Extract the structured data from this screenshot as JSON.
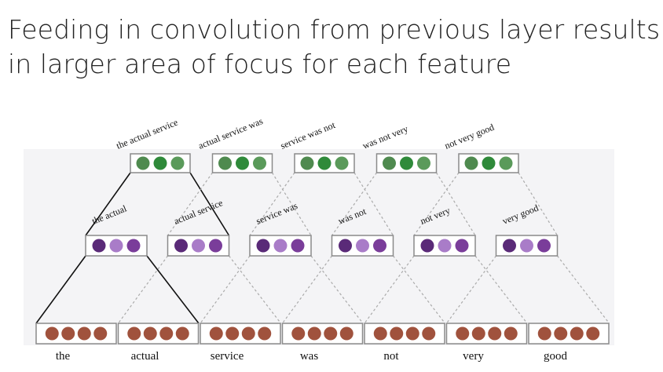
{
  "title": {
    "line1": "Feeding in convolution from previous layer results",
    "line2": "in larger area of focus for each feature"
  },
  "diagram": {
    "words": [
      "the",
      "actual",
      "service",
      "was",
      "not",
      "very",
      "good"
    ],
    "layer1_phrases": [
      "the actual",
      "actual service",
      "service was",
      "was not",
      "not very",
      "very good"
    ],
    "layer2_phrases": [
      "the actual service",
      "actual service was",
      "service was not",
      "was not very",
      "not very good"
    ],
    "highlighted_focus_layer1_index": 0,
    "highlighted_focus_layer2_index": 0,
    "colors": {
      "word_node": "#a0523d",
      "layer1_nodes": [
        "#5a2a78",
        "#a97cc8",
        "#7a3d9a"
      ],
      "layer2_nodes": [
        "#4f8a4f",
        "#2f8a3a",
        "#5a9a5a"
      ],
      "box_border": "#8a8a8a",
      "background_band": "#f4f4f6",
      "highlight_line": "#111111",
      "dashed_line": "#aaaaaa"
    }
  }
}
